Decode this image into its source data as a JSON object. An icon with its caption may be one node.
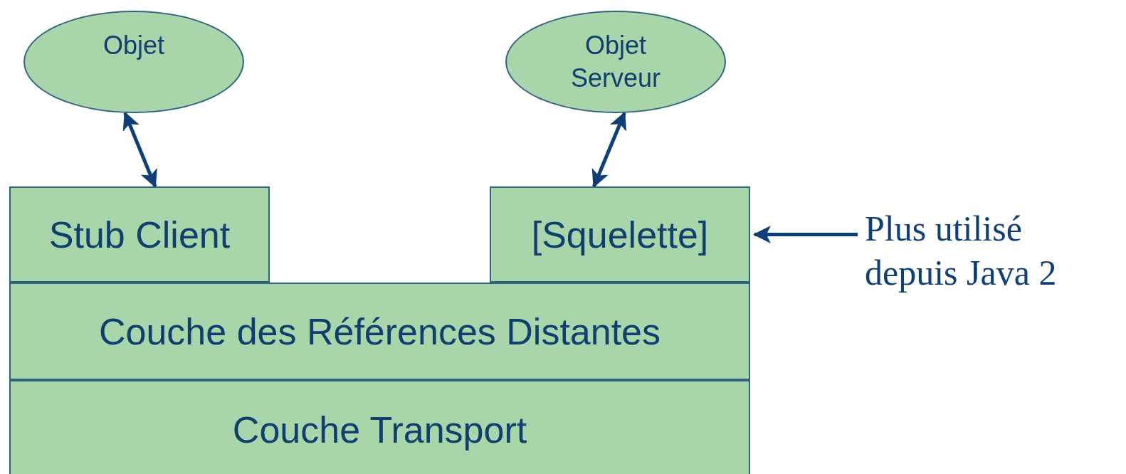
{
  "diagram": {
    "nodes": [
      {
        "text": [
          "Objet"
        ]
      },
      {
        "text": [
          "Objet Serveur"
        ]
      },
      {
        "text": [
          "Stub Client"
        ]
      },
      {
        "text": [
          "[Squelette]"
        ]
      },
      {
        "text": [
          "Couche des Références Distantes"
        ]
      },
      {
        "text": [
          "Couche Transport"
        ]
      },
      {
        "text": [
          "Plus utilisé depuis Java 2"
        ]
      }
    ],
    "edges": [
      {
        "from": 0,
        "to": 2,
        "arrow": "both"
      },
      {
        "from": 1,
        "to": 3,
        "arrow": "both"
      },
      {
        "from": 6,
        "to": 3,
        "arrow": "to"
      }
    ]
  }
}
